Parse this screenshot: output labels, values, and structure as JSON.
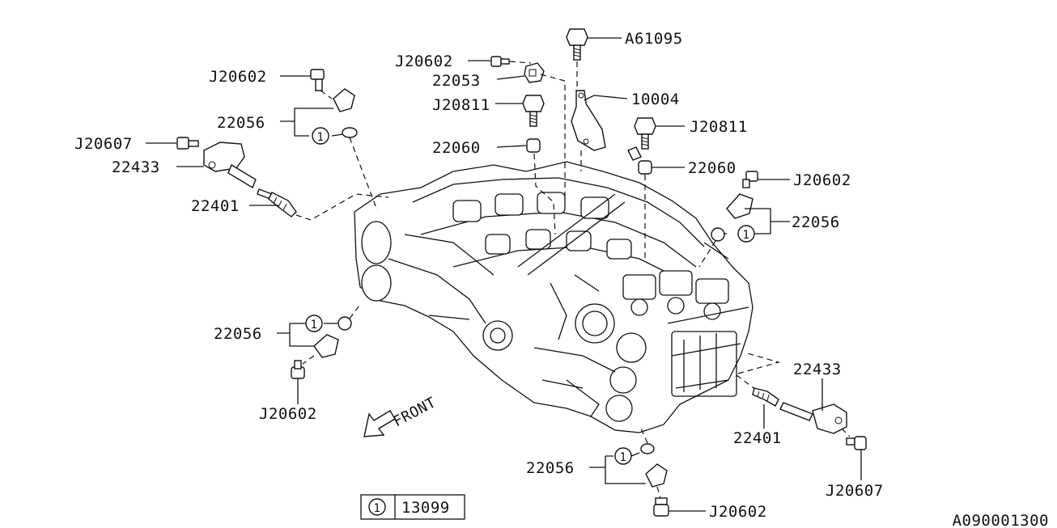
{
  "diagram_id": "A090001300",
  "front_label": "FRONT",
  "legend": {
    "ref_num": "1",
    "part_no": "13099"
  },
  "callout_num": "1",
  "labels": {
    "a61095": "A61095",
    "j20602_top": "J20602",
    "j20602_left": "J20602",
    "j20602_right": "J20602",
    "j20602_lowleft": "J20602",
    "j20602_bottom": "J20602",
    "p22053": "22053",
    "j20811_left": "J20811",
    "p10004": "10004",
    "j20811_right": "J20811",
    "p22060_left": "22060",
    "p22060_right": "22060",
    "p22056_left": "22056",
    "p22056_right": "22056",
    "p22056_lowleft": "22056",
    "p22056_bottom": "22056",
    "j20607_left": "J20607",
    "j20607_right": "J20607",
    "p22433_left": "22433",
    "p22433_right": "22433",
    "p22401_left": "22401",
    "p22401_right": "22401"
  }
}
